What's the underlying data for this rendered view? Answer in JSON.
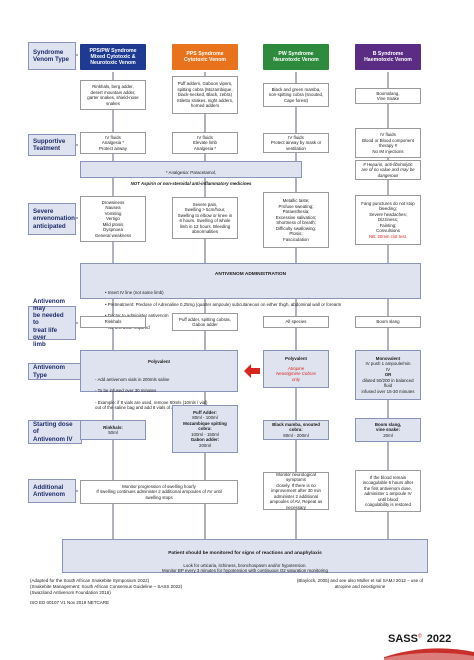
{
  "row_labels": {
    "venom_type": "Syndrome\nVenom Type",
    "supportive": "Supportive\nTeatment",
    "envenomation": "Severe\nenvenomation\nanticipated",
    "may_need": "Antivenom may\nbe needed to\ntreat life over\nlimb",
    "antivenom_type": "Antivenom Type",
    "starting_dose": "Starting dose of\nAntivenom IV",
    "additional": "Additional\nAntivenom"
  },
  "headers": [
    {
      "text": "PPS/PW Syndrome\nMixed Cytotoxic &\nNeurotoxic Venom",
      "color": "#1f3a93"
    },
    {
      "text": "PPS Syndrome\nCytotoxic Venom",
      "color": "#e8731c"
    },
    {
      "text": "PW Syndrome\nNeurotoxic Venom",
      "color": "#2e8b3e"
    },
    {
      "text": "B Syndrome\nHaemotoxic Venom",
      "color": "#5b2c83"
    }
  ],
  "snakes": [
    "Rinkhals, berg adder,\ndesert mountain adder,\ngarter snakes, shield-nose\nsnakes",
    "Puff adders, Gaboon vipers,\nspitting cobra (Mozambique,\nblack-necked, Black, zebra)\nStiletto snakes, night adders,\nhorned adders",
    "Black and green mamba,\nnon-spitting cobra (snouted,\nCape forest)",
    "Boomslang,\nVine Snake"
  ],
  "supportive": [
    "IV fluids\nAnalgesia *\nProtect airway",
    "IV fluids\nElevate limb\nAnalgesia *",
    "IV fluids\nProtect airway by mask or\nventilation",
    "IV fluids\nBlood or Blood component\ntherapy #\nNo IM injections"
  ],
  "analgesia_note": {
    "line1": "* Analgesia: Paracetamol,",
    "line2": "NOT Aspirin or non-steroidal anti-inflammatory medicines"
  },
  "heparin_note": "# Heparin, anti-fibrinolytic\nare of no value and may be\ndangerous",
  "symptoms": [
    "Drowsiness\nNausea\nVomiting\nVertigo\nMild ptosis\nDyspnoea\nGeneral weakness",
    "Severe pain,\nSwelling > 5cm/hour,\nSwelling to elbow or knee in\n6 hours. Swelling of whole\nlimb in 12 hours. Bleeding\nabnormalities",
    "Metallic taste;\nProfuse sweating;\nParaesthesia;\nExcessive salivation;\nShortness of breath;\nDifficulty swallowing;\nPtosis;\nFasciculation",
    "Fang punctures do not stop\nbleeding;\nSevere headaches;\nDizziness;\nFainting;\nConvulsions"
  ],
  "nb_text": "NB: 20min clot test.",
  "administration": {
    "title": "ANTIVENOM ADMINISTRATION",
    "items": [
      "Insert IV line (not same limb)",
      "Pretreatment: Predose of Adrenaline 0,25mg (quarter ampoule) subcutaneous on either thigh, abdominal wall or forearm",
      "Doctor to administer antivenom",
      "No test dose required"
    ]
  },
  "may_need": [
    "Rinkhals",
    "Puff adder, spitting cobras,\nGabon adder",
    "All species",
    "Boom slang"
  ],
  "polyvalent": {
    "title": "Polyvalent",
    "items": [
      "Add antivenom vials in 200mls saline",
      "To be infused over 30 minutes",
      "Example: if 8 vials are used, remove 80mls (10mls / vial)\nout of the saline bag and add 8 vials of antivenom"
    ]
  },
  "pw_polyvalent": {
    "title": "Polyvalent",
    "note": "Atropine\nNeostigmine Cobras\nonly"
  },
  "monovalent": {
    "title": "Monovalent",
    "body": "IV push 1 ampoule/min\nIV",
    "or": "OR",
    "tail": "diluted 50/200 in balanced fluid\ninfused over 15-30 minutes"
  },
  "dose_rinkhals": {
    "name": "Rinkhals:",
    "dose": "50ml"
  },
  "dose_pps": [
    {
      "name": "Puff Adder:",
      "dose": "80ml - 100ml"
    },
    {
      "name": "Mozambique spitting\ncobra:",
      "dose": "100ml - 150ml"
    },
    {
      "name": "Gabon adder:",
      "dose": "200ml"
    }
  ],
  "dose_pw": {
    "name": "Black mamba, snouted\ncobra:",
    "dose": "80ml - 200ml"
  },
  "dose_b": {
    "name": "Boom slang,\nvine snake:",
    "dose": "20ml"
  },
  "additional_left": "Monitor progression of swelling hourly\nIf swelling continues administer 2 additional ampoules of AV until\nswelling stops",
  "additional_pw": "Monitor neurological symptoms\nclosely. If there is no\nimprovement after 30 min\nadminister 2 additional\nampoules of AV, Repeat as\nnecessary",
  "additional_b": "If the blood remain\nincoagulable 6 hours after\nthe first antivenom dose,\nadminister 1 ampoule IV\nuntil blood\ncoagulability is restored",
  "monitoring": {
    "title": "Patient should be monitored for signs of reactions and anaphylaxis",
    "body": "Look for urticaria, itchiness, bronchospasm and/or hypotension.\nMonitor BP every 3 minutes for hypotension with continuous O2 saturation monitoring"
  },
  "footer_left": "(Adapted for the South African Snakebite Symposium 2022)\n(Snakebite Management: South African Consensus Guideline – SASS 2022)\n(Swaziland Antivenom Foundation 2016)",
  "footer_code": "ISO ED 00107 V1 Nov 2019 NETCARE",
  "footer_right": "(Blaylock, 2005) and see also Muller et sal SAMJ 2012 – use of\natropine and neostigmine",
  "logo": {
    "text": "SASS",
    "year": "2022",
    "mark": "©"
  }
}
